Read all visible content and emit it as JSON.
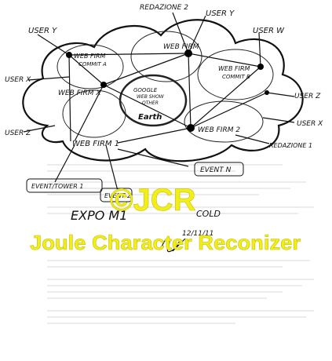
{
  "diagram": {
    "labels": {
      "redazione_2": "REDAZIONE 2",
      "user_y_top": "USER Y",
      "user_y_left": "USER Y",
      "user_w": "USER W",
      "user_x_left": "USER X",
      "user_z_right": "USER Z",
      "user_x_right": "USER X",
      "user_z_left": "USER Z",
      "webfirm_a_line1": "WEB FIRM",
      "webfirm_a_line2": "COMMIT A",
      "webfirm_top": "WEB FIRM",
      "webfirm_b_line1": "WEB FIRM",
      "webfirm_b_line2": "COMMIT B",
      "webfirm_x": "WEB FIRM X",
      "core_line1": "GOOGLE",
      "core_line2": "WEB SHOW",
      "core_line3": "OTHER",
      "earth": "Earth",
      "webfirm_2": "WEB FIRM 2",
      "webfirm_1": "WEB FIRM 1",
      "redazione_1": "REDAZIONE 1",
      "event_n": "EVENT N",
      "event_1": "EVENT/TOWER 1",
      "event_2": "EVENT 2",
      "expo": "EXPO M1",
      "expo_right": "COLD",
      "signature_date": "12/11/11"
    }
  },
  "watermark": {
    "copyright": "©JCR",
    "subtitle": "Joule Character Reconizer"
  }
}
